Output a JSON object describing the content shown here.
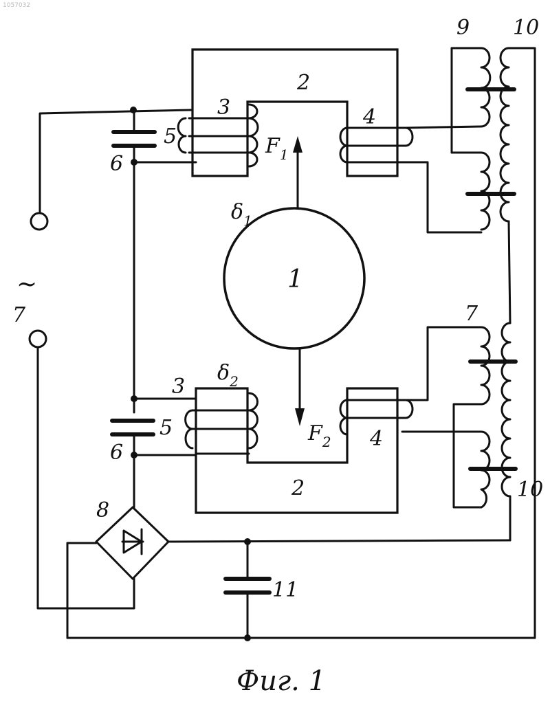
{
  "header": {
    "doc_number": "1057032"
  },
  "labels": {
    "rotor": "1",
    "core": "2",
    "winding_a": "3",
    "winding_b": "4",
    "winding_c": "5",
    "capacitor_main": "6",
    "supply": "7",
    "rectifier": "8",
    "transformer_top_left": "9",
    "transformer_right": "10",
    "filter_capacitor": "11",
    "ac_symbol": "~"
  },
  "gaps": {
    "top_symbol": "δ",
    "top_sub": "1",
    "bottom_symbol": "δ",
    "bottom_sub": "2"
  },
  "forces": {
    "top_symbol": "F",
    "top_sub": "1",
    "bottom_symbol": "F",
    "bottom_sub": "2"
  },
  "caption": "Фиг. 1"
}
